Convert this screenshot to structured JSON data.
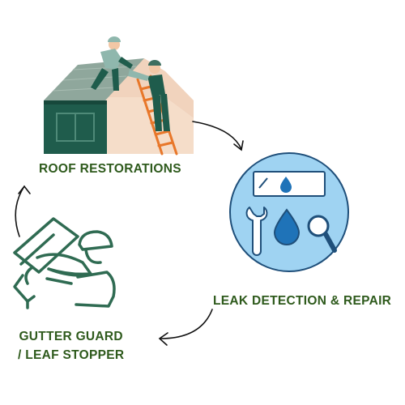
{
  "labels": {
    "roof": "ROOF RESTORATIONS",
    "leak": "LEAK DETECTION & REPAIR",
    "gutter_line1": "GUTTER GUARD",
    "gutter_line2": "/ LEAF STOPPER"
  },
  "colors": {
    "label_text": "#2e5a1c",
    "house_green": "#1f5c4c",
    "roof_gray": "#8fa79c",
    "wall_peach": "#f5ddc9",
    "ladder_orange": "#e8772a",
    "circle_blue": "#9fd3f2",
    "drop_blue": "#1f73b8",
    "arrow_black": "#111111"
  },
  "icons": [
    "roofers-on-house-illustration",
    "leak-detection-circle",
    "wrench-icon",
    "water-drop-icon",
    "magnifier-icon",
    "gutter-worker-icon",
    "cycle-arrow"
  ]
}
